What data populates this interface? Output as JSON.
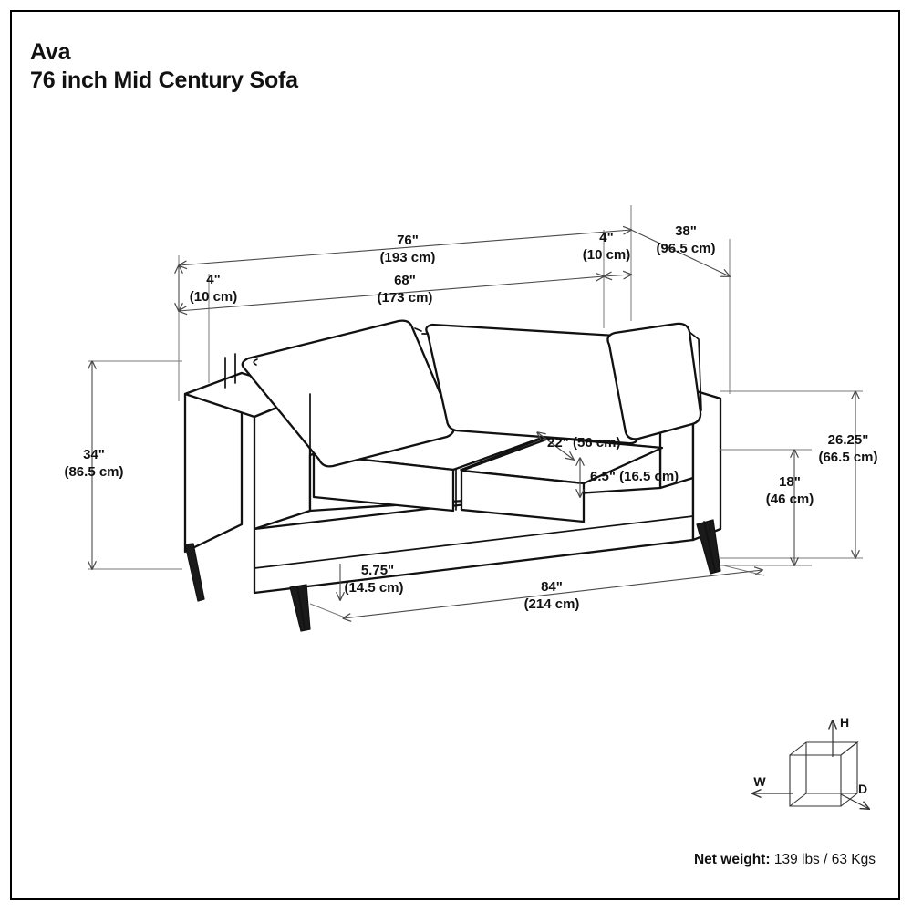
{
  "sheet": {
    "border_color": "#000000",
    "background": "#ffffff"
  },
  "title": {
    "product_name": "Ava",
    "product_subtitle": "76 inch Mid Century Sofa"
  },
  "net_weight": {
    "label": "Net weight:",
    "value": "139 lbs / 63 Kgs"
  },
  "whd_key": {
    "width_letter": "W",
    "height_letter": "H",
    "depth_letter": "D"
  },
  "dimensions": {
    "overall_width": {
      "imperial": "76\"",
      "metric": "(193 cm)"
    },
    "interior_width": {
      "imperial": "68\"",
      "metric": "(173 cm)"
    },
    "arm_width_left": {
      "imperial": "4\"",
      "metric": "(10 cm)"
    },
    "arm_width_right": {
      "imperial": "4\"",
      "metric": "(10 cm)"
    },
    "overall_depth_top": {
      "imperial": "38\"",
      "metric": "(96.5 cm)"
    },
    "overall_height": {
      "imperial": "34\"",
      "metric": "(86.5 cm)"
    },
    "seat_depth": {
      "combined": "22\" (56 cm)"
    },
    "seat_cushion_thickness": {
      "combined": "6.5\" (16.5 cm)"
    },
    "arm_height": {
      "imperial": "26.25\"",
      "metric": "(66.5 cm)"
    },
    "seat_height": {
      "imperial": "18\"",
      "metric": "(46 cm)"
    },
    "leg_height": {
      "imperial": "5.75\"",
      "metric": "(14.5 cm)"
    },
    "diagonal_depth": {
      "imperial": "84\"",
      "metric": "(214 cm)"
    }
  }
}
